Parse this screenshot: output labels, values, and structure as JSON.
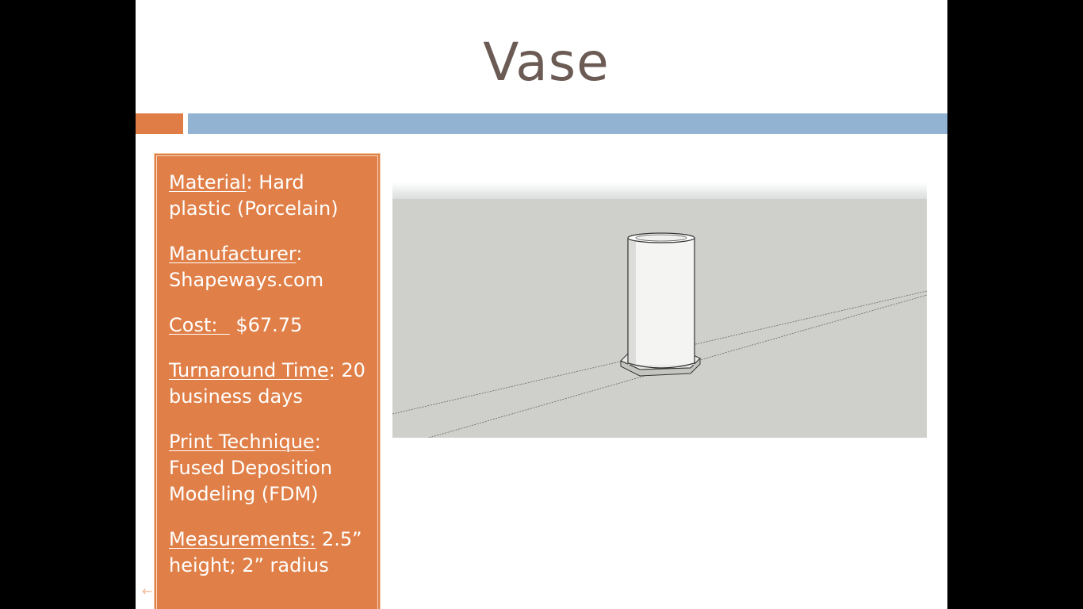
{
  "slide": {
    "title": "Vase"
  },
  "details": [
    {
      "label": "Material",
      "separator": ":",
      "value": " Hard plastic (Porcelain)"
    },
    {
      "label": "Manufacturer",
      "separator": ":",
      "value": " Shapeways.com"
    },
    {
      "label": "Cost:  ",
      "separator": "",
      "value": " $67.75"
    },
    {
      "label": "Turnaround Time",
      "separator": ":",
      "value": " 20 business days"
    },
    {
      "label": "Print Technique",
      "separator": ":",
      "value": " Fused Deposition Modeling (FDM)"
    },
    {
      "label": "Measurements:",
      "separator": "",
      "value": " 2.5” height; 2” radius"
    }
  ],
  "colors": {
    "accent_orange": "#e07c45",
    "accent_blue": "#93b3d3",
    "title_brown": "#6b5b54",
    "viewport_ground": "#cfd0cb"
  },
  "icons": {
    "nav": "arrow-left-icon"
  }
}
